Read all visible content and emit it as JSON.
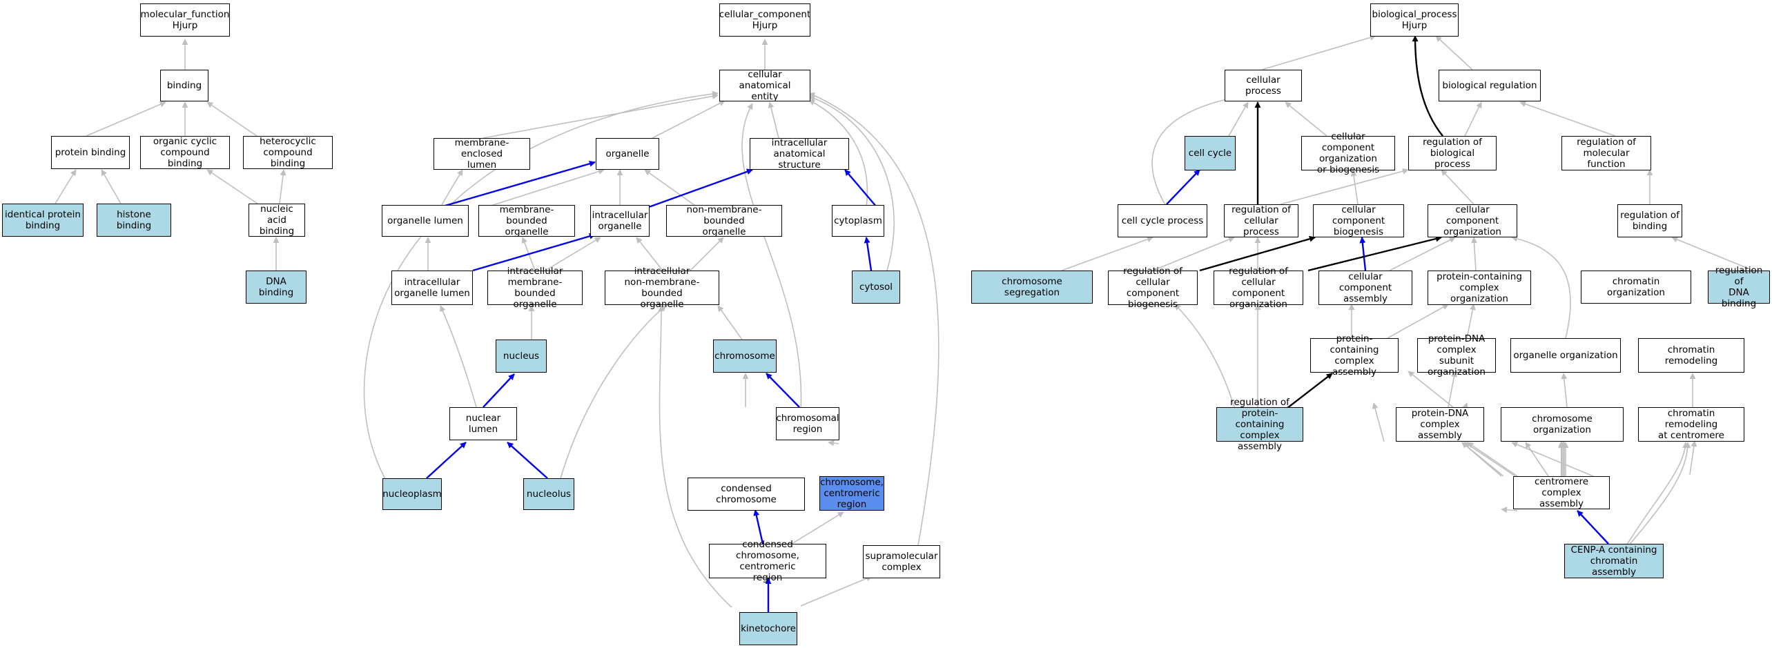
{
  "palette": {
    "light": "#add8e6",
    "dark": "#5b8def",
    "gray_edge": "#bfbfbf",
    "blue_edge": "#0000ee",
    "black_edge": "#000000"
  },
  "nodes": {
    "mf_root": {
      "label": "molecular_function\nHjurp",
      "fill": "white"
    },
    "binding": {
      "label": "binding",
      "fill": "white"
    },
    "protein_binding": {
      "label": "protein binding",
      "fill": "white"
    },
    "organic_cyclic": {
      "label": "organic cyclic\ncompound binding",
      "fill": "white"
    },
    "heterocyclic": {
      "label": "heterocyclic\ncompound binding",
      "fill": "white"
    },
    "identical_protein": {
      "label": "identical protein\nbinding",
      "fill": "light"
    },
    "histone_binding": {
      "label": "histone binding",
      "fill": "light"
    },
    "nucleic_acid": {
      "label": "nucleic acid\nbinding",
      "fill": "white"
    },
    "dna_binding": {
      "label": "DNA binding",
      "fill": "light"
    },
    "cc_root": {
      "label": "cellular_component\nHjurp",
      "fill": "white"
    },
    "cae": {
      "label": "cellular anatomical\nentity",
      "fill": "white"
    },
    "membrane_enclosed": {
      "label": "membrane-enclosed\nlumen",
      "fill": "white"
    },
    "organelle": {
      "label": "organelle",
      "fill": "white"
    },
    "ias": {
      "label": "intracellular\nanatomical structure",
      "fill": "white"
    },
    "organelle_lumen": {
      "label": "organelle lumen",
      "fill": "white"
    },
    "membrane_bounded": {
      "label": "membrane-bounded\norganelle",
      "fill": "white"
    },
    "intracellular_organelle": {
      "label": "intracellular\norganelle",
      "fill": "white"
    },
    "non_membrane": {
      "label": "non-membrane-bounded\norganelle",
      "fill": "white"
    },
    "cytoplasm": {
      "label": "cytoplasm",
      "fill": "white"
    },
    "io_lumen": {
      "label": "intracellular\norganelle lumen",
      "fill": "white"
    },
    "imbo": {
      "label": "intracellular\nmembrane-bounded\norganelle",
      "fill": "white"
    },
    "inmbo": {
      "label": "intracellular\nnon-membrane-bounded\norganelle",
      "fill": "white"
    },
    "cytosol": {
      "label": "cytosol",
      "fill": "light"
    },
    "nucleus": {
      "label": "nucleus",
      "fill": "light"
    },
    "chromosome": {
      "label": "chromosome",
      "fill": "light"
    },
    "nuclear_lumen": {
      "label": "nuclear lumen",
      "fill": "white"
    },
    "chromosomal_region": {
      "label": "chromosomal\nregion",
      "fill": "white"
    },
    "nucleoplasm": {
      "label": "nucleoplasm",
      "fill": "light"
    },
    "nucleolus": {
      "label": "nucleolus",
      "fill": "light"
    },
    "condensed_chromosome": {
      "label": "condensed chromosome",
      "fill": "white"
    },
    "chromosome_centromeric": {
      "label": "chromosome,\ncentromeric\nregion",
      "fill": "dark"
    },
    "ccc_region": {
      "label": "condensed chromosome,\ncentromeric\nregion",
      "fill": "white"
    },
    "supramolecular": {
      "label": "supramolecular\ncomplex",
      "fill": "white"
    },
    "kinetochore": {
      "label": "kinetochore",
      "fill": "light"
    },
    "bp_root": {
      "label": "biological_process\nHjurp",
      "fill": "white"
    },
    "cellular_process": {
      "label": "cellular process",
      "fill": "white"
    },
    "biological_regulation": {
      "label": "biological regulation",
      "fill": "white"
    },
    "cell_cycle": {
      "label": "cell cycle",
      "fill": "light"
    },
    "ccob": {
      "label": "cellular component\norganization\nor biogenesis",
      "fill": "white"
    },
    "reg_bio_process": {
      "label": "regulation of\nbiological process",
      "fill": "white"
    },
    "reg_mol_function": {
      "label": "regulation of\nmolecular function",
      "fill": "white"
    },
    "cell_cycle_process": {
      "label": "cell cycle process",
      "fill": "white"
    },
    "reg_cell_process": {
      "label": "regulation of\ncellular process",
      "fill": "white"
    },
    "cc_biogenesis": {
      "label": "cellular component\nbiogenesis",
      "fill": "white"
    },
    "cc_organization": {
      "label": "cellular component\norganization",
      "fill": "white"
    },
    "reg_binding": {
      "label": "regulation of\nbinding",
      "fill": "white"
    },
    "chromosome_segregation": {
      "label": "chromosome segregation",
      "fill": "light"
    },
    "reg_ccb": {
      "label": "regulation of\ncellular component\nbiogenesis",
      "fill": "white"
    },
    "reg_cco": {
      "label": "regulation of\ncellular component\norganization",
      "fill": "white"
    },
    "cc_assembly": {
      "label": "cellular component\nassembly",
      "fill": "white"
    },
    "pcco": {
      "label": "protein-containing\ncomplex organization",
      "fill": "white"
    },
    "chromatin_org_top": {
      "label": "chromatin organization",
      "fill": "white"
    },
    "reg_dna_binding": {
      "label": "regulation of\nDNA binding",
      "fill": "light"
    },
    "pcca": {
      "label": "protein-containing\ncomplex assembly",
      "fill": "white"
    },
    "pdna_subunit": {
      "label": "protein-DNA\ncomplex subunit\norganization",
      "fill": "white"
    },
    "organelle_org": {
      "label": "organelle organization",
      "fill": "white"
    },
    "chromatin_remodeling": {
      "label": "chromatin remodeling",
      "fill": "white"
    },
    "reg_pcca": {
      "label": "regulation of\nprotein-containing\ncomplex assembly",
      "fill": "light"
    },
    "pdna_assembly": {
      "label": "protein-DNA\ncomplex assembly",
      "fill": "white"
    },
    "chromosome_org": {
      "label": "chromosome organization",
      "fill": "white"
    },
    "cr_centromere": {
      "label": "chromatin remodeling\nat centromere",
      "fill": "white"
    },
    "centromere_assembly": {
      "label": "centromere complex\nassembly",
      "fill": "white"
    },
    "cenpa": {
      "label": "CENP-A containing\nchromatin assembly",
      "fill": "light"
    }
  }
}
